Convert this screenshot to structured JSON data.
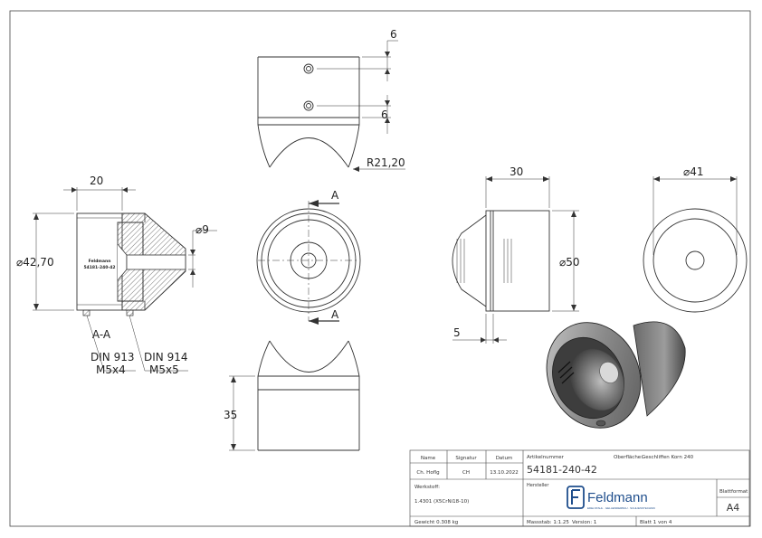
{
  "dimensions": {
    "top_hole_spacing_top": "6",
    "top_hole_spacing_bottom": "6",
    "saddle_radius": "R21,20",
    "section_length": "20",
    "section_diameter": "⌀42,70",
    "hole_diameter": "⌀9",
    "side_length": "30",
    "side_diameter": "⌀50",
    "cone_offset": "5",
    "end_diameter": "⌀41",
    "bottom_height": "35"
  },
  "section": {
    "label": "A-A",
    "cut_label_top": "A",
    "cut_label_bottom": "A",
    "part_label_line1": "Feldmann",
    "part_label_line2": "54181-240-42",
    "callout_left_line1": "DIN 913",
    "callout_left_line2": "M5x4",
    "callout_right_line1": "DIN 914",
    "callout_right_line2": "M5x5"
  },
  "title_block": {
    "col_name": "Name",
    "col_signatur": "Signatur",
    "col_datum": "Datum",
    "row_name": "Ch. Hoflg",
    "row_signatur": "CH",
    "row_datum": "13.10.2022",
    "article_label": "Artikelnummer",
    "surface_label": "Oberfläche:",
    "surface_value": "Geschliffen Korn 240",
    "article_number": "54181-240-42",
    "material_label": "Werkstoff:",
    "material_value": "1.4301 (X5CrNi18-10)",
    "manufacturer_label": "Hersteller",
    "brand": "Feldmann",
    "brand_tagline": "EDELSTAHL · GELAENDERBAU · SCHLIESSTECHNIK",
    "format_label": "Blattformat",
    "format_value": "A4",
    "weight": "Gewicht 0.308 kg",
    "scale": "Massstab: 1:1.25",
    "version": "Version: 1",
    "sheet": "Blatt 1 von 4"
  },
  "colors": {
    "line": "#333333",
    "brand": "#1f4e8c",
    "hatch": "#555555"
  }
}
